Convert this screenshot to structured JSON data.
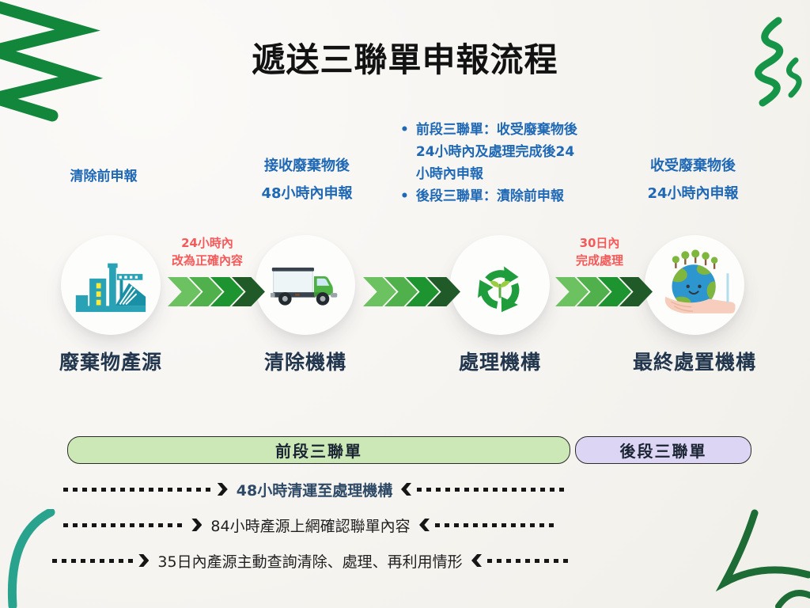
{
  "title": "遞送三聯單申報流程",
  "colors": {
    "blue_text": "#1e68b5",
    "red_text": "#f45a5a",
    "navy_text": "#22364e",
    "front_bar_bg": "#cbe8b6",
    "back_bar_bg": "#ddd5f4",
    "chevron_gradient": [
      "#6cc261",
      "#4fb04c",
      "#1d9430",
      "#205a28"
    ],
    "scribble_green": "#12873c",
    "scribble_teal": "#2aa38e"
  },
  "annotations": {
    "source": {
      "lines": [
        "清除前申報"
      ]
    },
    "collector": {
      "lines": [
        "接收廢棄物後",
        "48小時內申報"
      ]
    },
    "processor_bullets": [
      "前段三聯單：收受廢棄物後24小時內及處理完成後24小時內申報",
      "後段三聯單：漬除前申報"
    ],
    "disposer": {
      "lines": [
        "收受廢棄物後",
        "24小時內申報"
      ]
    }
  },
  "arrow_notes": {
    "first": {
      "lines": [
        "24小時內",
        "改為正確內容"
      ]
    },
    "second": {
      "lines": [
        "30日內",
        "完成處理"
      ]
    }
  },
  "nodes": [
    {
      "label": "廢棄物產源",
      "icon": "factory-icon"
    },
    {
      "label": "清除機構",
      "icon": "truck-icon"
    },
    {
      "label": "處理機構",
      "icon": "recycle-icon"
    },
    {
      "label": "最終處置機構",
      "icon": "earth-hand-icon"
    }
  ],
  "bars": {
    "front": "前段三聯單",
    "back": "後段三聯單"
  },
  "timeline": [
    "48小時清運至處理機構",
    "84小時產源上網確認聯單內容",
    "35日內產源主動查詢清除、處理、再利用情形"
  ]
}
